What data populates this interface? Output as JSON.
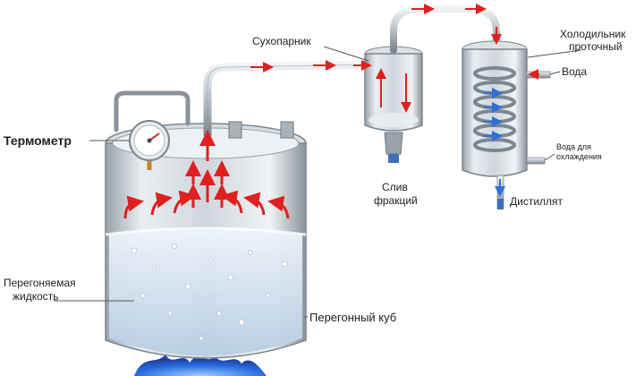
{
  "labels": {
    "thermometer": "Термометр",
    "liquid_line1": "Перегоняемая",
    "liquid_line2": "жидкость",
    "still": "Перегонный куб",
    "dry_steamer": "Сухопарник",
    "drain_line1": "Слив",
    "drain_line2": "фракций",
    "condenser_line1": "Холодильник",
    "condenser_line2": "проточный",
    "water": "Вода",
    "cooling_line1": "Вода для",
    "cooling_line2": "охлаждения",
    "distillate": "Дистиллят"
  },
  "colors": {
    "steel_light": "#e4e9ed",
    "steel_dark": "#8a939b",
    "liquid": "#c9dcef",
    "vapor_arrow": "#e02020",
    "cold_arrow": "#2f6fd6",
    "coil": "#7c8791",
    "flame": "#2a6ee0",
    "text": "#222222"
  }
}
